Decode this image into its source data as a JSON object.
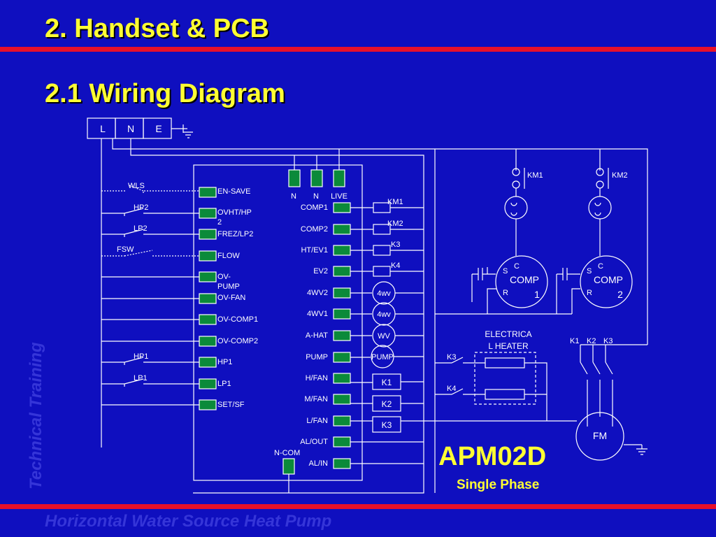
{
  "slide": {
    "title": "2. Handset & PCB",
    "subtitle": "2.1 Wiring Diagram",
    "side_watermark": "Technical Training",
    "bottom_watermark": "Horizontal Water Source Heat Pump",
    "model": "APM02D",
    "phase": "Single Phase"
  },
  "supply": {
    "L": "L",
    "N": "N",
    "E": "E"
  },
  "top_terminals": [
    "N",
    "N",
    "LIVE"
  ],
  "switches": [
    "WLS",
    "HP2",
    "LP2",
    "FSW",
    "HP1",
    "LP1"
  ],
  "left_inputs": [
    "EN-SAVE",
    "OVHT/HP",
    "2",
    "FREZ/LP2",
    "FLOW",
    "OV-",
    "PUMP",
    "OV-FAN",
    "OV-COMP1",
    "OV-COMP2",
    "HP1",
    "LP1",
    "SET/SF"
  ],
  "right_outputs": [
    "COMP1",
    "COMP2",
    "HT/EV1",
    "EV2",
    "4WV2",
    "4WV1",
    "A-HAT",
    "PUMP",
    "H/FAN",
    "M/FAN",
    "L/FAN",
    "AL/OUT",
    "AL/IN"
  ],
  "ncom": "N-COM",
  "loads": [
    "KM1",
    "KM2",
    "K3",
    "K4",
    "4wv",
    "4wv",
    "WV",
    "PUMP",
    "K1",
    "K2",
    "K3"
  ],
  "compressor1": {
    "contactor": "KM1",
    "c": "C",
    "s": "S",
    "r": "R",
    "label1": "COMP",
    "label2": "1"
  },
  "compressor2": {
    "contactor": "KM2",
    "c": "C",
    "s": "S",
    "r": "R",
    "label1": "COMP",
    "label2": "2"
  },
  "heater": {
    "line1": "ELECTRICA",
    "line2": "L HEATER",
    "k3": "K3",
    "k4": "K4"
  },
  "fan": {
    "k1": "K1",
    "k2": "K2",
    "k3": "K3",
    "label": "FM"
  }
}
